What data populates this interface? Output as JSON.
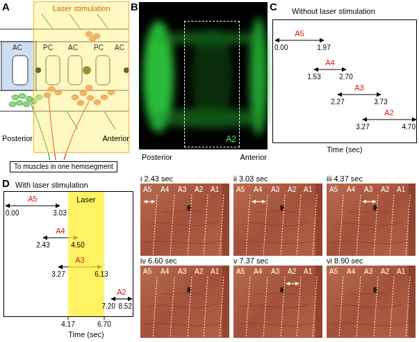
{
  "diagram": {
    "nodes": [
      {
        "text": [
          "Laser stimulation"
        ]
      },
      {
        "text": [
          "To muscles in one hemisegment"
        ]
      },
      {
        "text": [
          "A2"
        ]
      },
      {
        "text": [
          "Laser"
        ]
      },
      {
        "text": [
          "i 2.43 sec",
          "A5",
          "A4",
          "A3",
          "A2",
          "A1"
        ]
      },
      {
        "text": [
          "ii 3.03 sec",
          "A5",
          "A4",
          "A3",
          "A2",
          "A1"
        ]
      },
      {
        "text": [
          "iii 4.37 sec",
          "A5",
          "A4",
          "A3",
          "A2",
          "A1"
        ]
      },
      {
        "text": [
          "iv 6.60 sec",
          "A5",
          "A4",
          "A3",
          "A2",
          "A1"
        ]
      },
      {
        "text": [
          "v 7.37 sec",
          "A5",
          "A4",
          "A3",
          "A2",
          "A1"
        ]
      },
      {
        "text": [
          "vi 8.90 sec",
          "A5",
          "A4",
          "A3",
          "A2",
          "A1"
        ]
      }
    ],
    "labels": [
      "A",
      "AC",
      "PC",
      "AC",
      "PC",
      "AC",
      "Posterior",
      "Anterior",
      "B",
      "Posterior",
      "Anterior",
      "C",
      "Without laser stimulation",
      "A5",
      "0.00",
      "1.97",
      "A4",
      "1.53",
      "2.70",
      "A3",
      "2.27",
      "3.73",
      "A2",
      "3.27",
      "4.70",
      "Time (sec)",
      "D",
      "With laser stimulation",
      "A5",
      "0.00",
      "3.03",
      "A4",
      "2.43",
      "4.50",
      "A3",
      "3.27",
      "6.13",
      "A2",
      "7.20",
      "8.52",
      "4.17",
      "6.70",
      "Time (sec)"
    ]
  }
}
